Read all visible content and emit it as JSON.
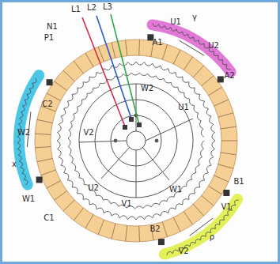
{
  "diagram": {
    "labels": [
      "L1",
      "L2",
      "L3",
      "N1",
      "P1",
      "A1",
      "U1",
      "U2",
      "A2",
      "B1",
      "V1",
      "V2",
      "B2",
      "C2",
      "W2",
      "W1",
      "C1",
      "γ",
      "x",
      "ρ",
      "W2",
      "U1",
      "V2",
      "W1",
      "U2",
      "V1"
    ]
  }
}
